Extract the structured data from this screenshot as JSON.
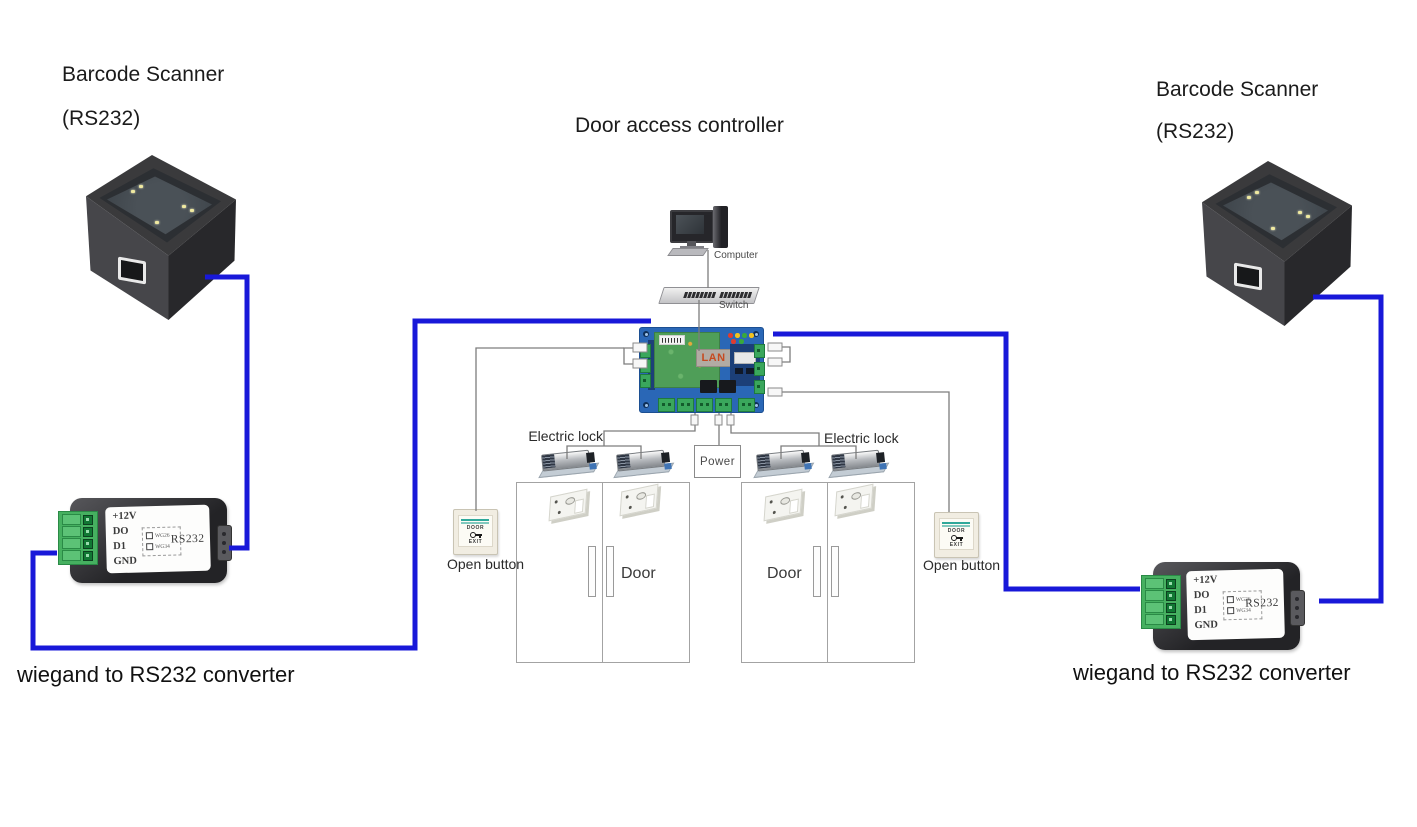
{
  "titles": {
    "controller": "Door access controller",
    "scanner_left_line1": "Barcode Scanner",
    "scanner_left_line2": "(RS232)",
    "scanner_right_line1": "Barcode Scanner",
    "scanner_right_line2": "(RS232)"
  },
  "network": {
    "computer": "Computer",
    "switch": "Switch",
    "lan": "LAN"
  },
  "locks": {
    "left_label": "Electric lock",
    "right_label": "Electric lock"
  },
  "power": {
    "label": "Power"
  },
  "doors": {
    "left_label": "Door",
    "right_label": "Door"
  },
  "open_buttons": {
    "left_label": "Open button",
    "right_label": "Open button",
    "face_top": "DOOR",
    "face_bottom": "EXIT"
  },
  "converters": {
    "left": {
      "pin1": "+12V",
      "pin2": "DO",
      "pin3": "D1",
      "pin4": "GND",
      "port": "RS232",
      "dip1": "WG26",
      "dip2": "WG34",
      "caption": "wiegand to RS232 converter"
    },
    "right": {
      "pin1": "+12V",
      "pin2": "DO",
      "pin3": "D1",
      "pin4": "GND",
      "port": "RS232",
      "dip1": "WG26",
      "dip2": "WG34",
      "caption": "wiegand to RS232 converter"
    }
  },
  "colors": {
    "wire_blue": "#1818d9",
    "line_gray": "#7d7d7d",
    "board_blue": "#2a67b6",
    "pcb_green": "#4f9e58",
    "lan_red": "#c64a20",
    "terminal_green": "#3aa75c",
    "stripe_teal": "#2fa89a"
  }
}
